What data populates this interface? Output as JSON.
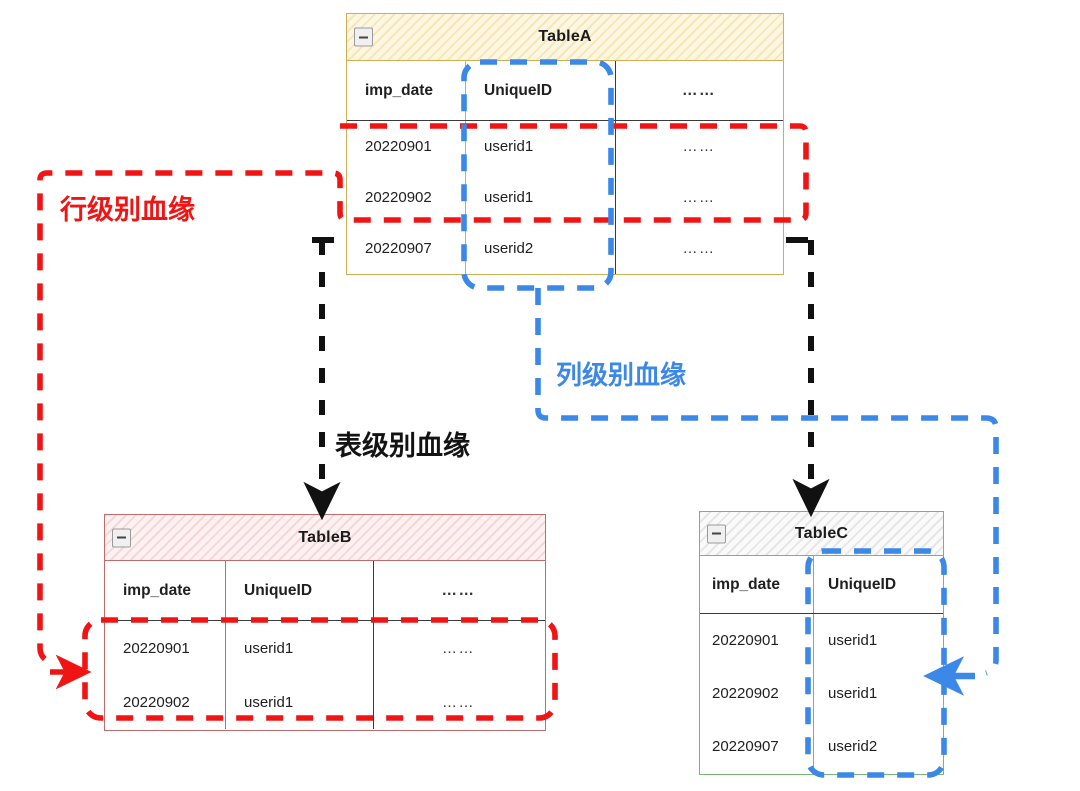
{
  "diagram": {
    "title_labels": {
      "row_level": "行级别血缘",
      "column_level": "列级别血缘",
      "table_level": "表级别血缘"
    },
    "colors": {
      "row_level": "#f01414",
      "column_level": "#3b88e8",
      "table_level": "#131313",
      "tableA_border": "#cfae54",
      "tableB_border": "#c06b6b",
      "tableC_border": "#79b47a"
    }
  },
  "tables": {
    "A": {
      "name": "TableA",
      "collapse_icon": "minus-icon",
      "columns": [
        "imp_date",
        "UniqueID",
        "……"
      ],
      "rows": [
        [
          "20220901",
          "userid1",
          "……"
        ],
        [
          "20220902",
          "userid1",
          "……"
        ],
        [
          "20220907",
          "userid2",
          "……"
        ]
      ]
    },
    "B": {
      "name": "TableB",
      "collapse_icon": "minus-icon",
      "columns": [
        "imp_date",
        "UniqueID",
        "……"
      ],
      "rows": [
        [
          "20220901",
          "userid1",
          "……"
        ],
        [
          "20220902",
          "userid1",
          "……"
        ]
      ]
    },
    "C": {
      "name": "TableC",
      "collapse_icon": "minus-icon",
      "columns": [
        "imp_date",
        "UniqueID"
      ],
      "rows": [
        [
          "20220901",
          "userid1"
        ],
        [
          "20220902",
          "userid1"
        ],
        [
          "20220907",
          "userid2"
        ]
      ]
    }
  }
}
